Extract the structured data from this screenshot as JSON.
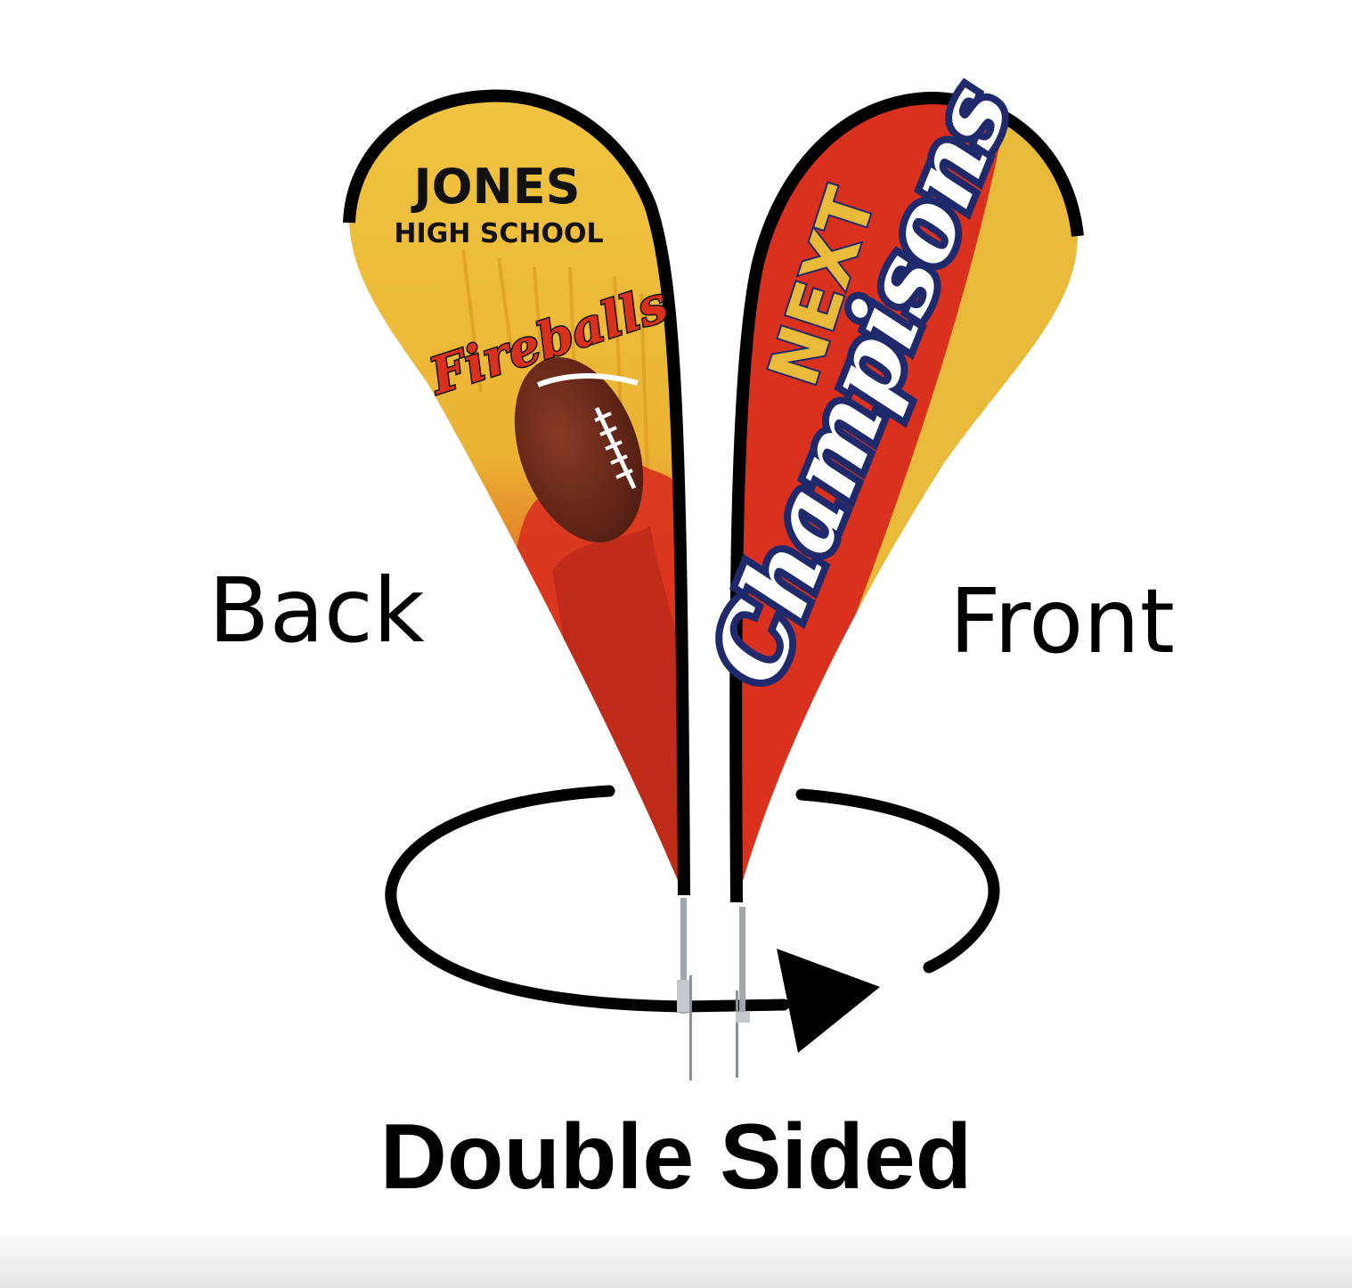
{
  "back_flag": {
    "line1": "JONES",
    "line2": "HIGH SCHOOL",
    "team": "Fireballs"
  },
  "front_flag": {
    "line1": "NEXT",
    "line2": "Champisons"
  },
  "labels": {
    "back": "Back",
    "front": "Front",
    "caption": "Double Sided"
  },
  "colors": {
    "flag_yellow": "#e9b93a",
    "flag_red": "#d9311e",
    "navy": "#1e2a6b",
    "pole": "#000000",
    "football": "#6b2a1e"
  },
  "icons": {
    "rotation": "rotation-arrow-icon",
    "football": "football-icon"
  }
}
